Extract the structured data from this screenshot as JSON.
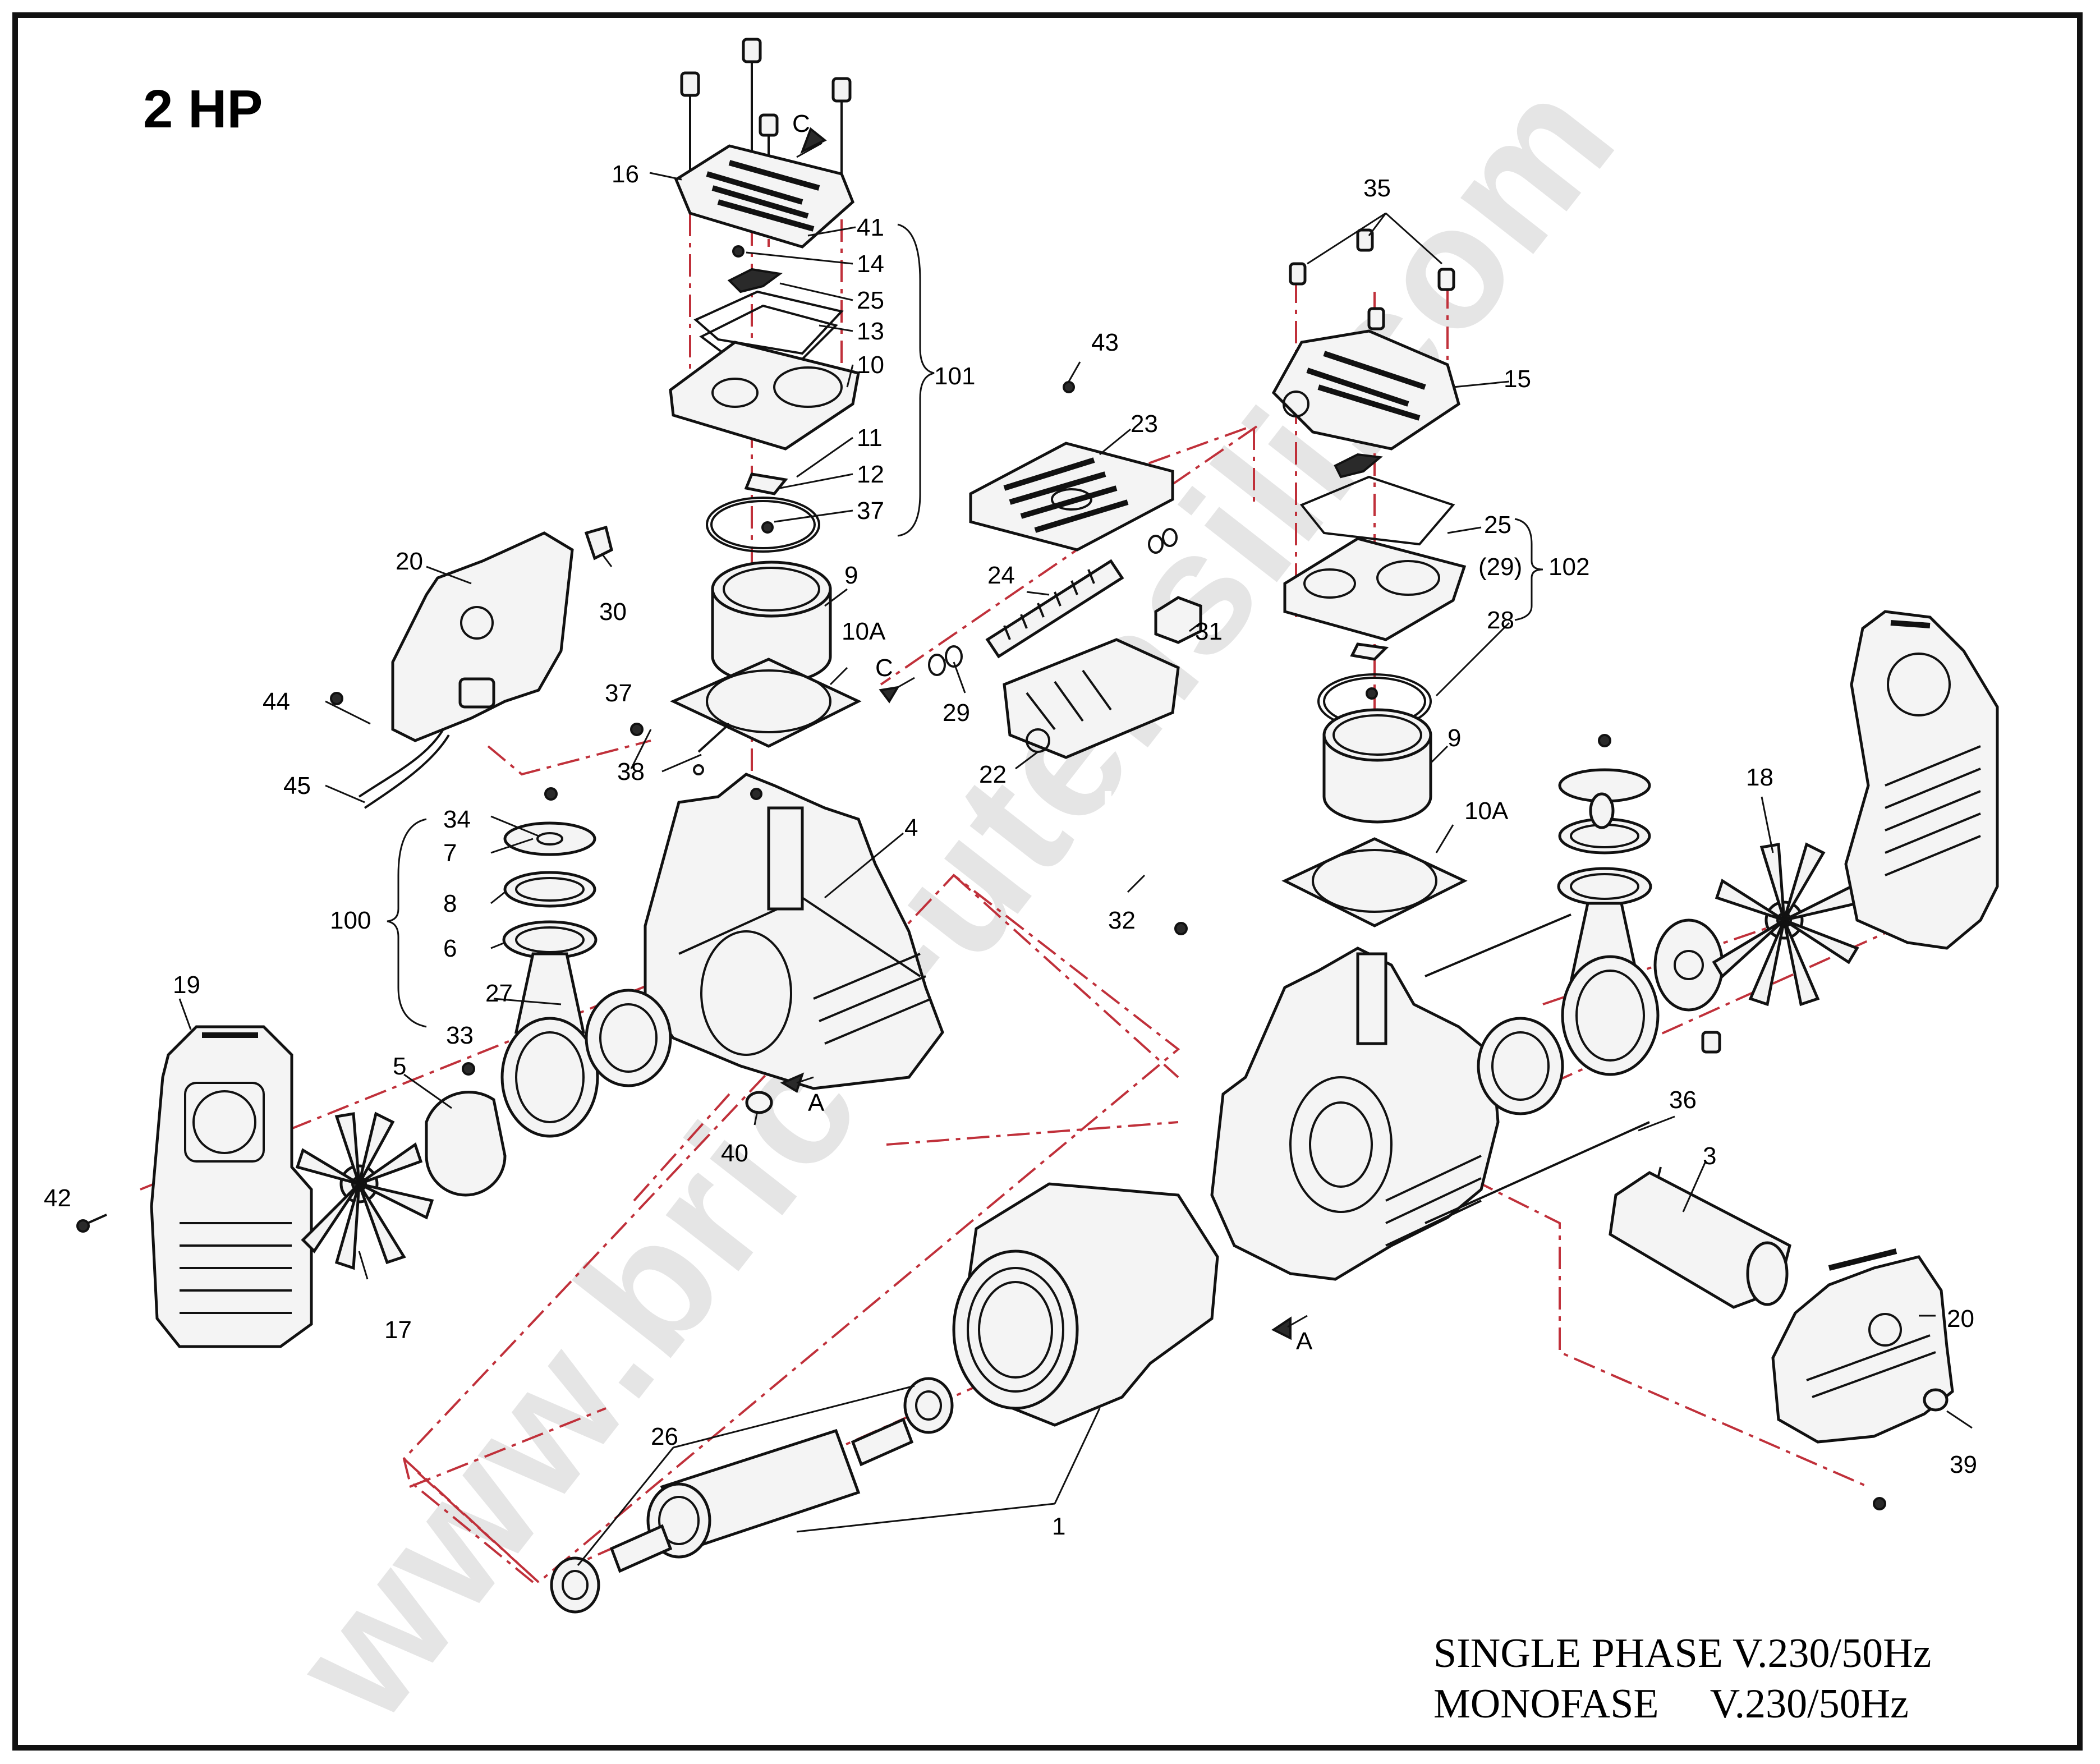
{
  "title": "2 HP",
  "footer": {
    "line1": "SINGLE PHASE V.230/50Hz",
    "line2": "MONOFASE     V.230/50Hz"
  },
  "watermark": "www.brico-utensili.com",
  "callouts": {
    "c16": "16",
    "c41": "41",
    "c14": "14",
    "c25a": "25",
    "c13": "13",
    "c10": "10",
    "c11": "11",
    "c12": "12",
    "c37a": "37",
    "c101": "101",
    "cCtop": "C",
    "c9a": "9",
    "c10Aa": "10A",
    "cC2": "C",
    "c20a": "20",
    "c30": "30",
    "c44": "44",
    "c45": "45",
    "c37b": "37",
    "c38": "38",
    "c34a": "34",
    "c7": "7",
    "c8": "8",
    "c6": "6",
    "c100": "100",
    "c27": "27",
    "c4": "4",
    "c19": "19",
    "c33": "33",
    "c5": "5",
    "cA1": "A",
    "c40": "40",
    "c42": "42",
    "c17": "17",
    "c43": "43",
    "c23": "23",
    "c24": "24",
    "c29a": "29",
    "c31": "31",
    "c22": "22",
    "c32": "32",
    "c35": "35",
    "c15": "15",
    "c25b": "25",
    "c29b": "(29)",
    "c102": "102",
    "c28": "28",
    "c9b": "9",
    "c10Ab": "10A",
    "c18": "18",
    "c36": "36",
    "c3": "3",
    "c20b": "20",
    "c39": "39",
    "cA2": "A",
    "c26": "26",
    "c1": "1"
  }
}
